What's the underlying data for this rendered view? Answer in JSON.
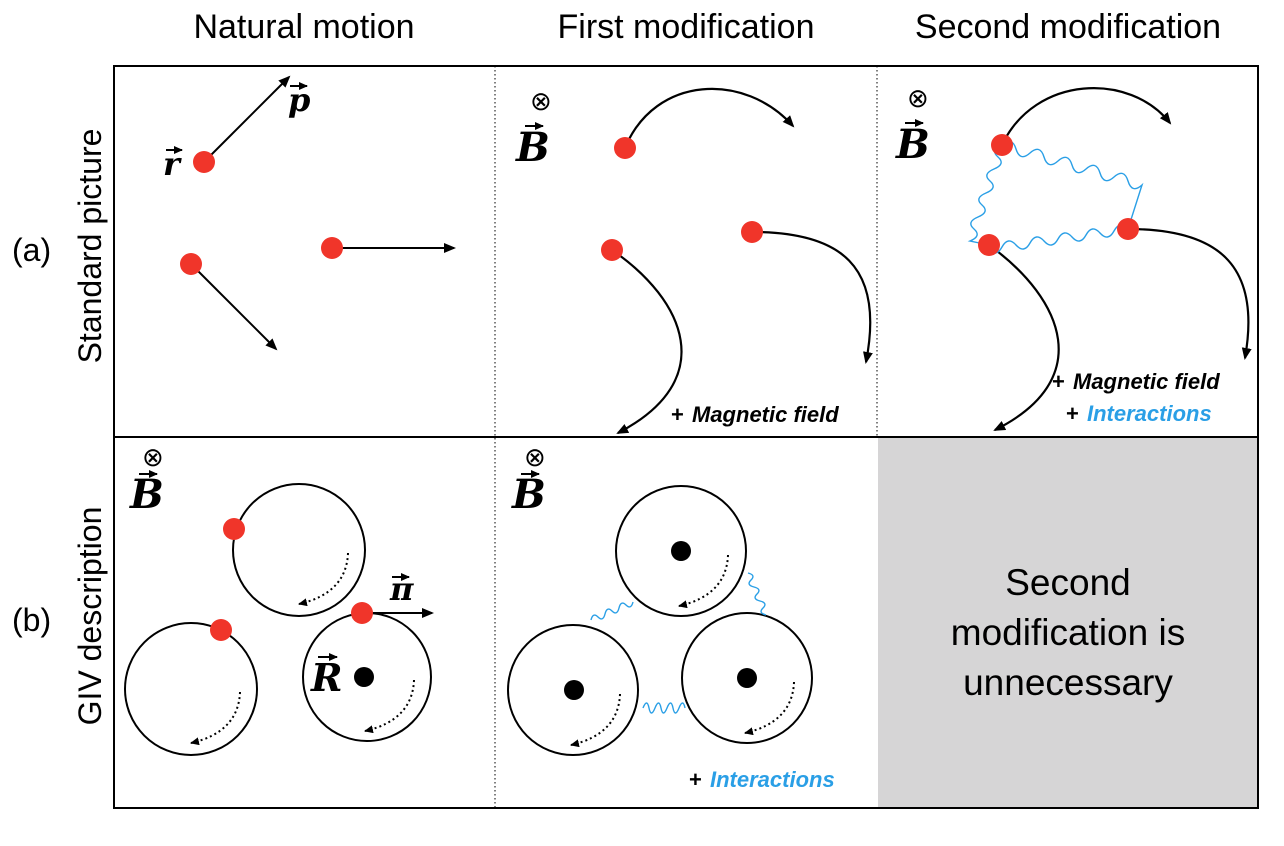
{
  "columns": {
    "natural": "Natural motion",
    "first": "First modification",
    "second": "Second modification"
  },
  "rows": {
    "a": {
      "tag": "(a)",
      "title": "Standard picture"
    },
    "b": {
      "tag": "(b)",
      "title": "GIV description"
    }
  },
  "symbols": {
    "position": "r",
    "momentum": "p",
    "field": "B",
    "into_page": "⊗",
    "guiding_center": "R",
    "mechanical_momentum": "π"
  },
  "annotations": {
    "plus": "+",
    "magnetic_field": "Magnetic field",
    "interactions": "Interactions"
  },
  "unnecessary_text": [
    "Second",
    "modification is",
    "unnecessary"
  ],
  "colors": {
    "particle": "#f0352a",
    "interaction": "#2a9fe6",
    "grey_panel": "#d6d5d6",
    "ink": "#000000"
  }
}
